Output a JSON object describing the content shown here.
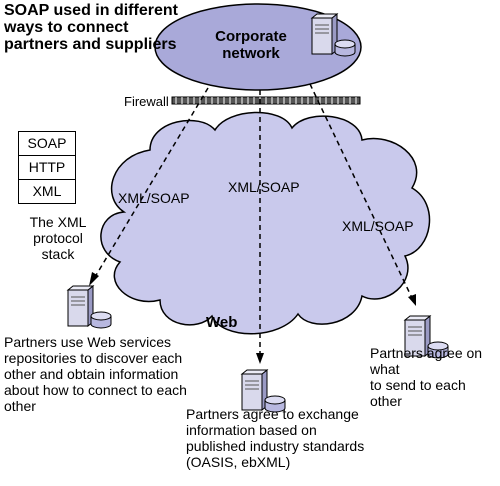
{
  "title": "SOAP used in different\nways to connect\npartners and suppliers",
  "corporate_network": "Corporate\nnetwork",
  "firewall_label": "Firewall",
  "web_label": "Web",
  "links": [
    "XML/SOAP",
    "XML/SOAP",
    "XML/SOAP"
  ],
  "protocol_stack": {
    "layers": [
      "SOAP",
      "HTTP",
      "XML"
    ],
    "caption": "The XML\nprotocol stack"
  },
  "partners": [
    "Partners use Web services\nrepositories to discover each\nother and obtain information\nabout how to connect to each\nother",
    "Partners agree to exchange\ninformation based on\npublished industry standards\n(OASIS, ebXML)",
    "Partners agree on what\nto send to each other"
  ],
  "colors": {
    "ellipse_fill": "#a9a9d9",
    "cloud_fill": "#c9c9ec",
    "server_fill": "#b8b8e0"
  }
}
